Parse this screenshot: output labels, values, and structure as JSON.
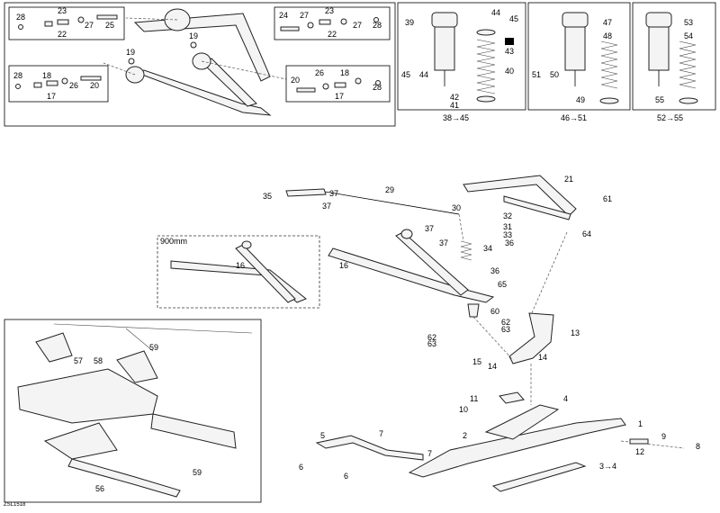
{
  "diagram": {
    "footer_code": "ZSL1518",
    "panels": {
      "upper_arm_detail": {
        "box_a": {
          "labels": [
            "28",
            "23",
            "27",
            "25",
            "22"
          ]
        },
        "box_b": {
          "labels": [
            "24",
            "27",
            "23",
            "28",
            "27",
            "22"
          ]
        },
        "box_c": {
          "labels": [
            "28",
            "18",
            "26",
            "20",
            "17"
          ]
        },
        "box_d": {
          "labels": [
            "20",
            "26",
            "18",
            "28",
            "17"
          ]
        },
        "callouts": [
          "19",
          "19"
        ]
      },
      "shock_a": {
        "labels": [
          "39",
          "44",
          "45",
          "43",
          "40",
          "45",
          "44",
          "42",
          "41"
        ],
        "range": "38→45"
      },
      "shock_b": {
        "labels": [
          "47",
          "48",
          "51",
          "50",
          "49"
        ],
        "range": "46→51"
      },
      "shock_c": {
        "labels": [
          "53",
          "54",
          "55"
        ],
        "range": "52→55"
      },
      "variant_box": {
        "title": "900mm",
        "label": "16"
      },
      "main": {
        "labels": [
          "21",
          "61",
          "29",
          "35",
          "37",
          "37",
          "30",
          "32",
          "31",
          "33",
          "37",
          "36",
          "34",
          "37",
          "64",
          "16",
          "36",
          "65",
          "60",
          "62",
          "63",
          "13",
          "62",
          "63",
          "15",
          "14",
          "14",
          "11",
          "4",
          "10",
          "1",
          "2",
          "9",
          "8",
          "12",
          "5",
          "7",
          "7",
          "6",
          "6",
          "3→4"
        ]
      },
      "inset": {
        "labels": [
          "59",
          "57",
          "58",
          "59",
          "56"
        ]
      }
    }
  }
}
